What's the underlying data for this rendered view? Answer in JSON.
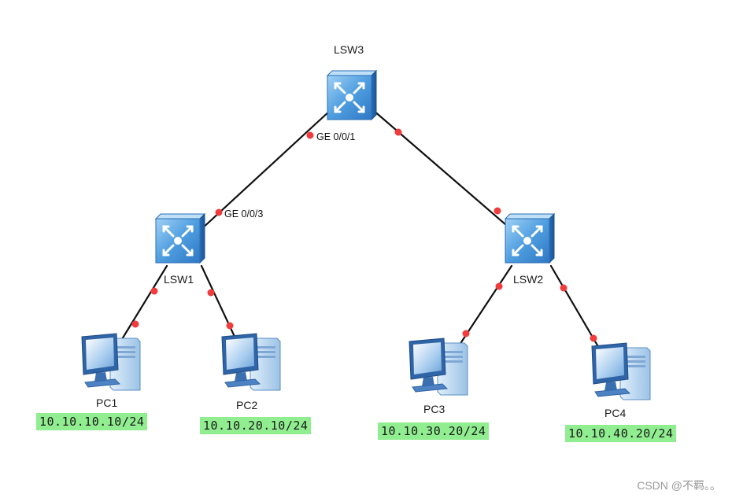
{
  "devices": {
    "lsw3": {
      "name": "LSW3"
    },
    "lsw1": {
      "name": "LSW1"
    },
    "lsw2": {
      "name": "LSW2"
    },
    "pc1": {
      "name": "PC1",
      "ip": "10.10.10.10/24"
    },
    "pc2": {
      "name": "PC2",
      "ip": "10.10.20.10/24"
    },
    "pc3": {
      "name": "PC3",
      "ip": "10.10.30.20/24"
    },
    "pc4": {
      "name": "PC4",
      "ip": "10.10.40.20/24"
    }
  },
  "ports": {
    "lsw3_to_lsw1": "GE 0/0/1",
    "lsw1_to_lsw3": "GE 0/0/3"
  },
  "links": [
    {
      "from": "lsw3",
      "to": "lsw1"
    },
    {
      "from": "lsw3",
      "to": "lsw2"
    },
    {
      "from": "lsw1",
      "to": "pc1"
    },
    {
      "from": "lsw1",
      "to": "pc2"
    },
    {
      "from": "lsw2",
      "to": "pc3"
    },
    {
      "from": "lsw2",
      "to": "pc4"
    }
  ],
  "colors": {
    "link": "#111111",
    "port_dot": "#f03c3c",
    "ip_highlight": "#90ee90",
    "switch_body": "#4a90d8"
  },
  "watermark": "CSDN @不羁。。"
}
